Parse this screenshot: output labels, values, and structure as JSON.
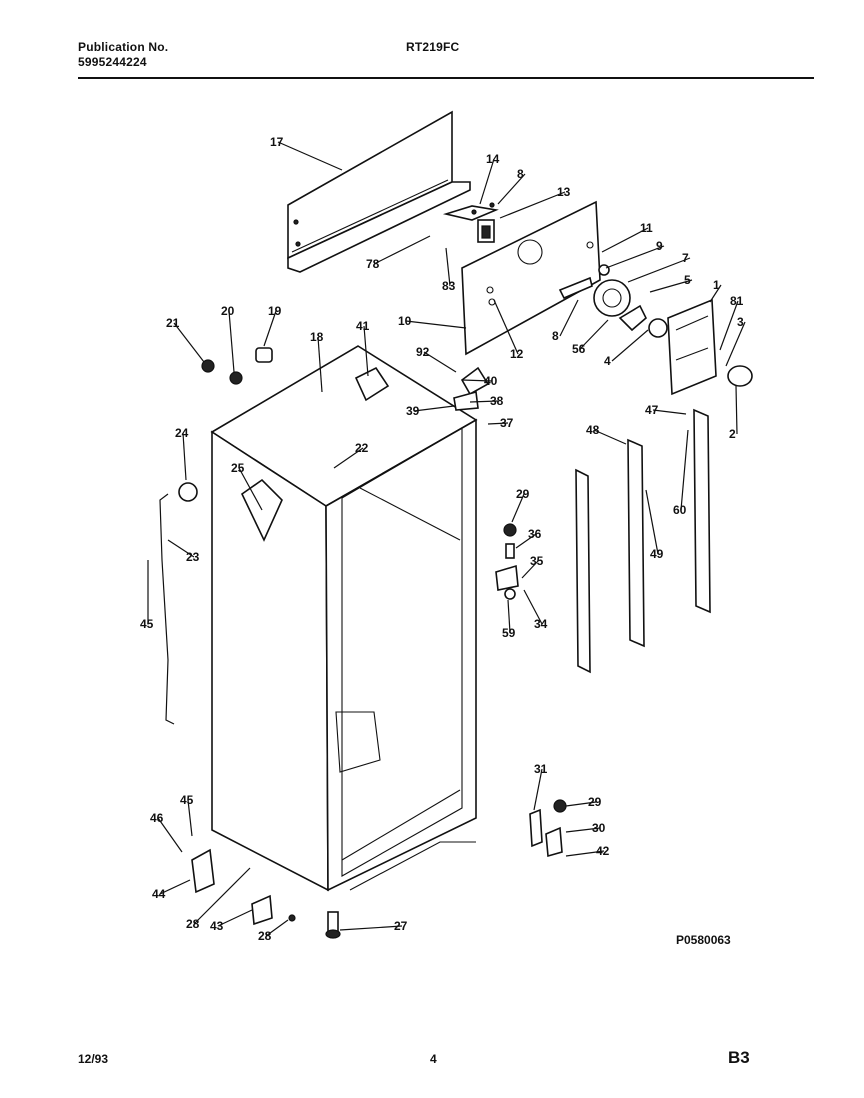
{
  "header": {
    "publication_label": "Publication No.",
    "publication_number": "5995244224",
    "model": "RT219FC"
  },
  "diagram_code": "P0580063",
  "footer": {
    "date": "12/93",
    "page": "4",
    "section": "B3"
  },
  "callouts": [
    "17",
    "14",
    "8",
    "13",
    "78",
    "83",
    "11",
    "9",
    "7",
    "5",
    "1",
    "81",
    "3",
    "21",
    "20",
    "19",
    "18",
    "41",
    "10",
    "12",
    "8",
    "56",
    "4",
    "92",
    "40",
    "38",
    "39",
    "37",
    "47",
    "48",
    "2",
    "24",
    "22",
    "25",
    "23",
    "45",
    "29",
    "36",
    "35",
    "59",
    "34",
    "60",
    "49",
    "31",
    "29",
    "30",
    "42",
    "45",
    "46",
    "44",
    "28",
    "43",
    "28",
    "27"
  ]
}
